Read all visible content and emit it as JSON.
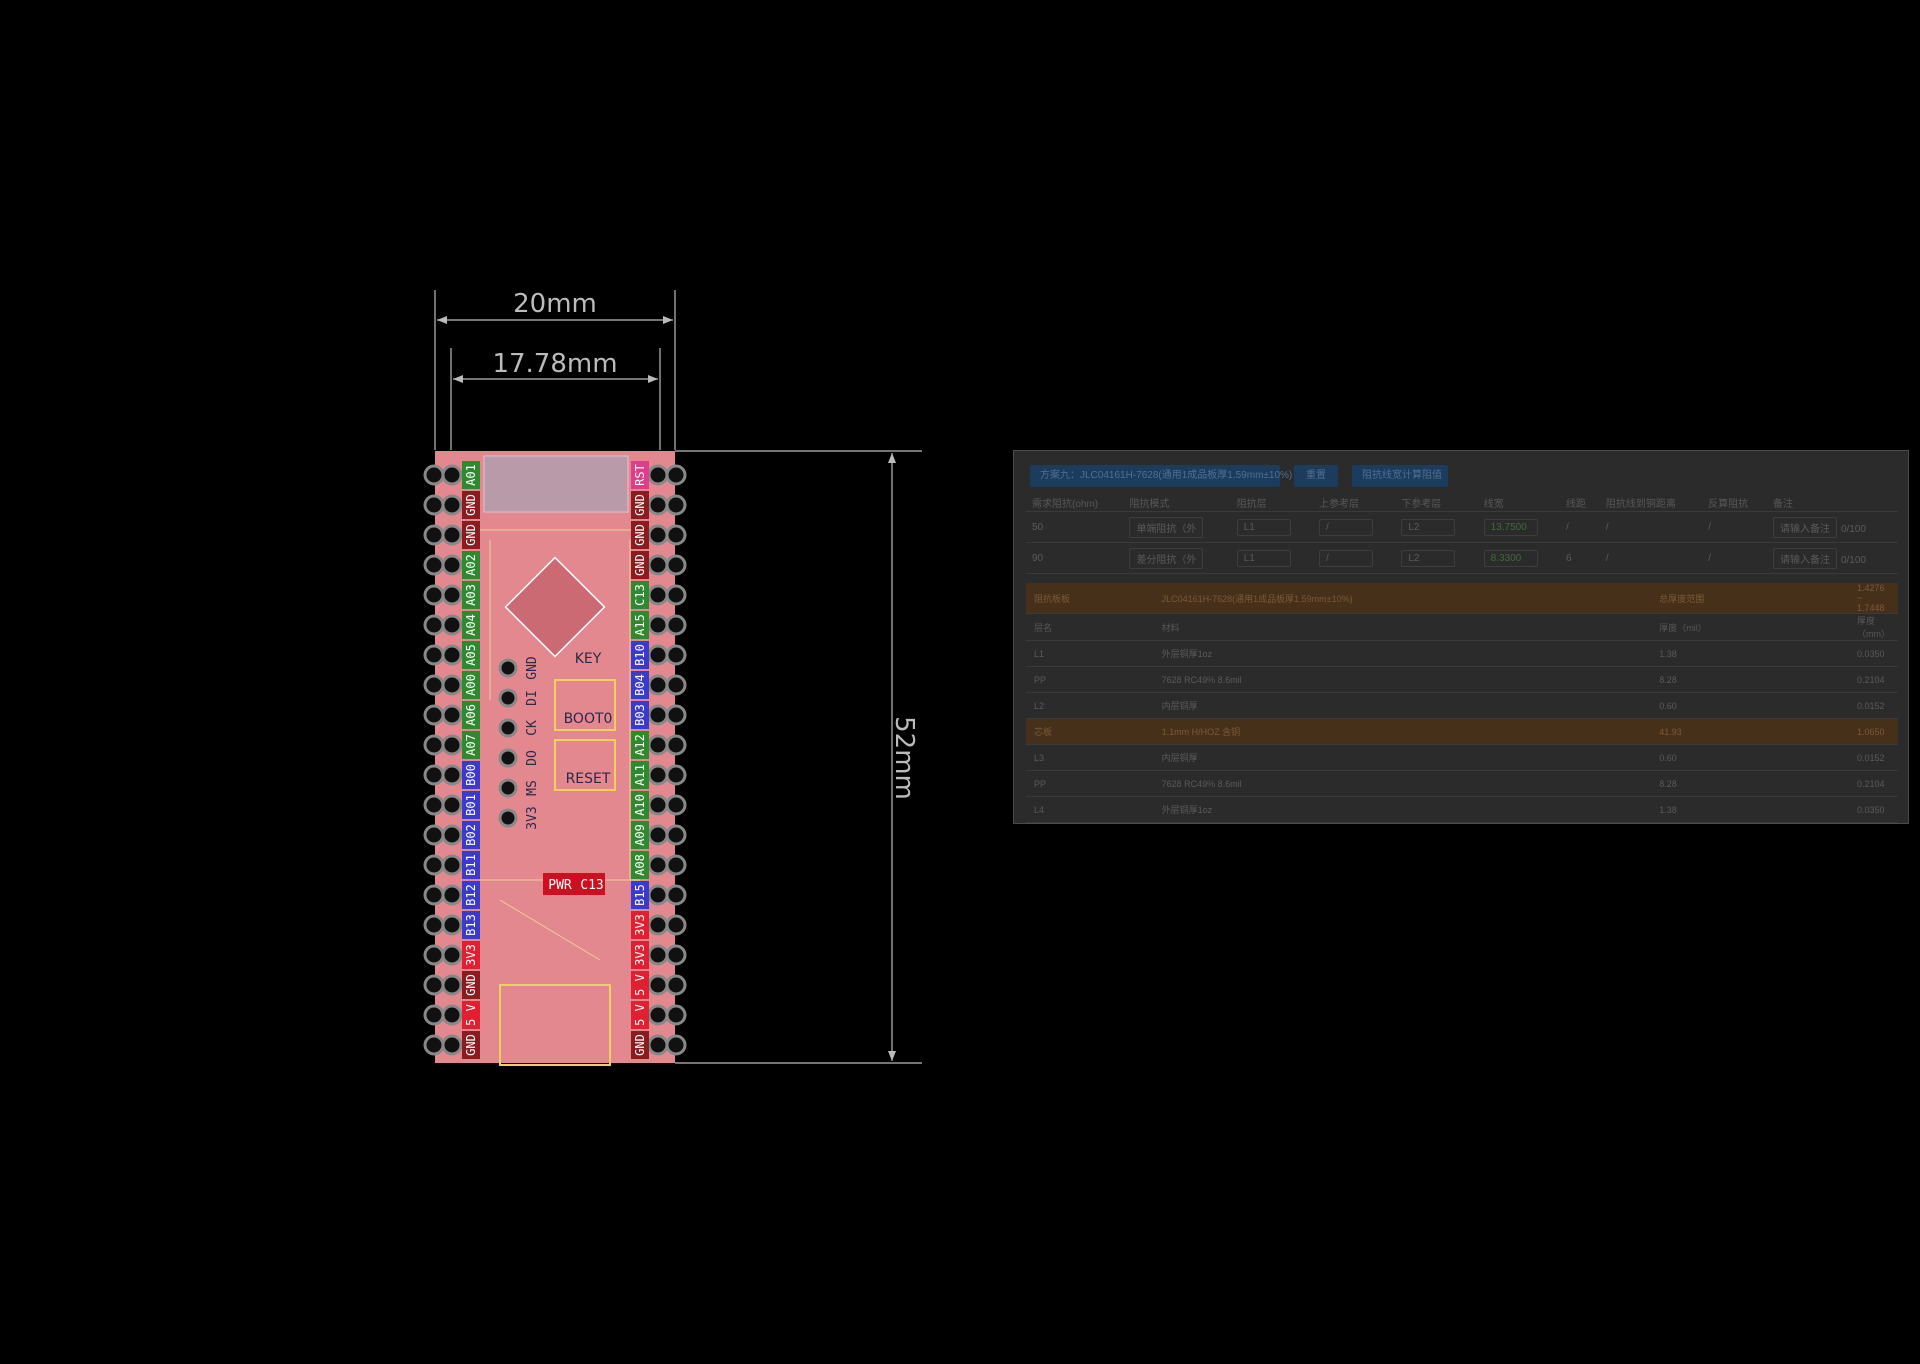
{
  "dimensions": {
    "width_label": "20mm",
    "inner_width_label": "17.78mm",
    "height_label": "52mm"
  },
  "board": {
    "left_pins": [
      "A01",
      "GND",
      "GND",
      "A02",
      "A03",
      "A04",
      "A05",
      "A00",
      "A06",
      "A07",
      "B00",
      "B01",
      "B02",
      "B11",
      "B12",
      "B13",
      "3V3",
      "GND",
      "5 V",
      "GND"
    ],
    "right_pins": [
      "RST",
      "GND",
      "GND",
      "GND",
      "C13",
      "A15",
      "B10",
      "B04",
      "B03",
      "A12",
      "A11",
      "A10",
      "A09",
      "A08",
      "B15",
      "3V3",
      "3V3",
      "5 V",
      "5 V",
      "GND"
    ],
    "swd_labels": [
      "GND",
      "DI",
      "CK",
      "DO",
      "MS",
      "3V3"
    ],
    "button_labels": [
      "KEY",
      "BOOT0",
      "RESET"
    ],
    "led_labels": [
      "PWR",
      "C13"
    ],
    "colors": {
      "board": "#e2888e",
      "silk": "#ffffff",
      "gnd": "#8a1c20",
      "pin_a": "#2f8a2f",
      "pin_b": "#3a3acc",
      "pin_v": "#e02030",
      "pin_rst": "#e03c8c"
    }
  },
  "impedance": {
    "plan_button": "方案九：JLC04161H-7628(通用1成品板厚1.59mm±10%)",
    "reset_button": "重置",
    "calc_button": "阻抗线宽计算阻值",
    "columns": [
      "需求阻抗(ohm)",
      "阻抗模式",
      "阻抗层",
      "上参考层",
      "下参考层",
      "线宽",
      "线距",
      "阻抗线到铜距离",
      "反算阻抗",
      "备注"
    ],
    "rows": [
      {
        "ohm": "50",
        "mode": "单端阻抗（外",
        "layer": "L1",
        "top_ref": "/",
        "bottom_ref": "L2",
        "width": "13.7500",
        "gap": "/",
        "dist": "/",
        "calc": "/",
        "note": "请输入备注",
        "count": "0/100"
      },
      {
        "ohm": "90",
        "mode": "差分阻抗（外",
        "layer": "L1",
        "top_ref": "/",
        "bottom_ref": "L2",
        "width": "8.3300",
        "gap": "6",
        "dist": "/",
        "calc": "/",
        "note": "请输入备注",
        "count": "0/100"
      }
    ],
    "stackup": {
      "header": {
        "c1": "阻抗板板",
        "c2": "JLC04161H-7628(通用1成品板厚1.59mm±10%)",
        "c3": "总厚度范围",
        "c4": "1.4276 ~ 1.7448"
      },
      "columns": {
        "c1": "层名",
        "c2": "材料",
        "c3": "厚度（mil）",
        "c4": "厚度（mm）"
      },
      "rows": [
        {
          "name": "L1",
          "material": "外层铜厚1oz",
          "mil": "1.38",
          "mm": "0.0350",
          "hl": false
        },
        {
          "name": "PP",
          "material": "7628 RC49% 8.6mil",
          "mil": "8.28",
          "mm": "0.2104",
          "hl": false
        },
        {
          "name": "L2",
          "material": "内层铜厚",
          "mil": "0.60",
          "mm": "0.0152",
          "hl": false
        },
        {
          "name": "芯板",
          "material": "1.1mm H/HOZ 含铜",
          "mil": "41.93",
          "mm": "1.0650",
          "hl": true
        },
        {
          "name": "L3",
          "material": "内层铜厚",
          "mil": "0.60",
          "mm": "0.0152",
          "hl": false
        },
        {
          "name": "PP",
          "material": "7628 RC49% 8.6mil",
          "mil": "8.28",
          "mm": "0.2104",
          "hl": false
        },
        {
          "name": "L4",
          "material": "外层铜厚1oz",
          "mil": "1.38",
          "mm": "0.0350",
          "hl": false
        }
      ]
    }
  }
}
